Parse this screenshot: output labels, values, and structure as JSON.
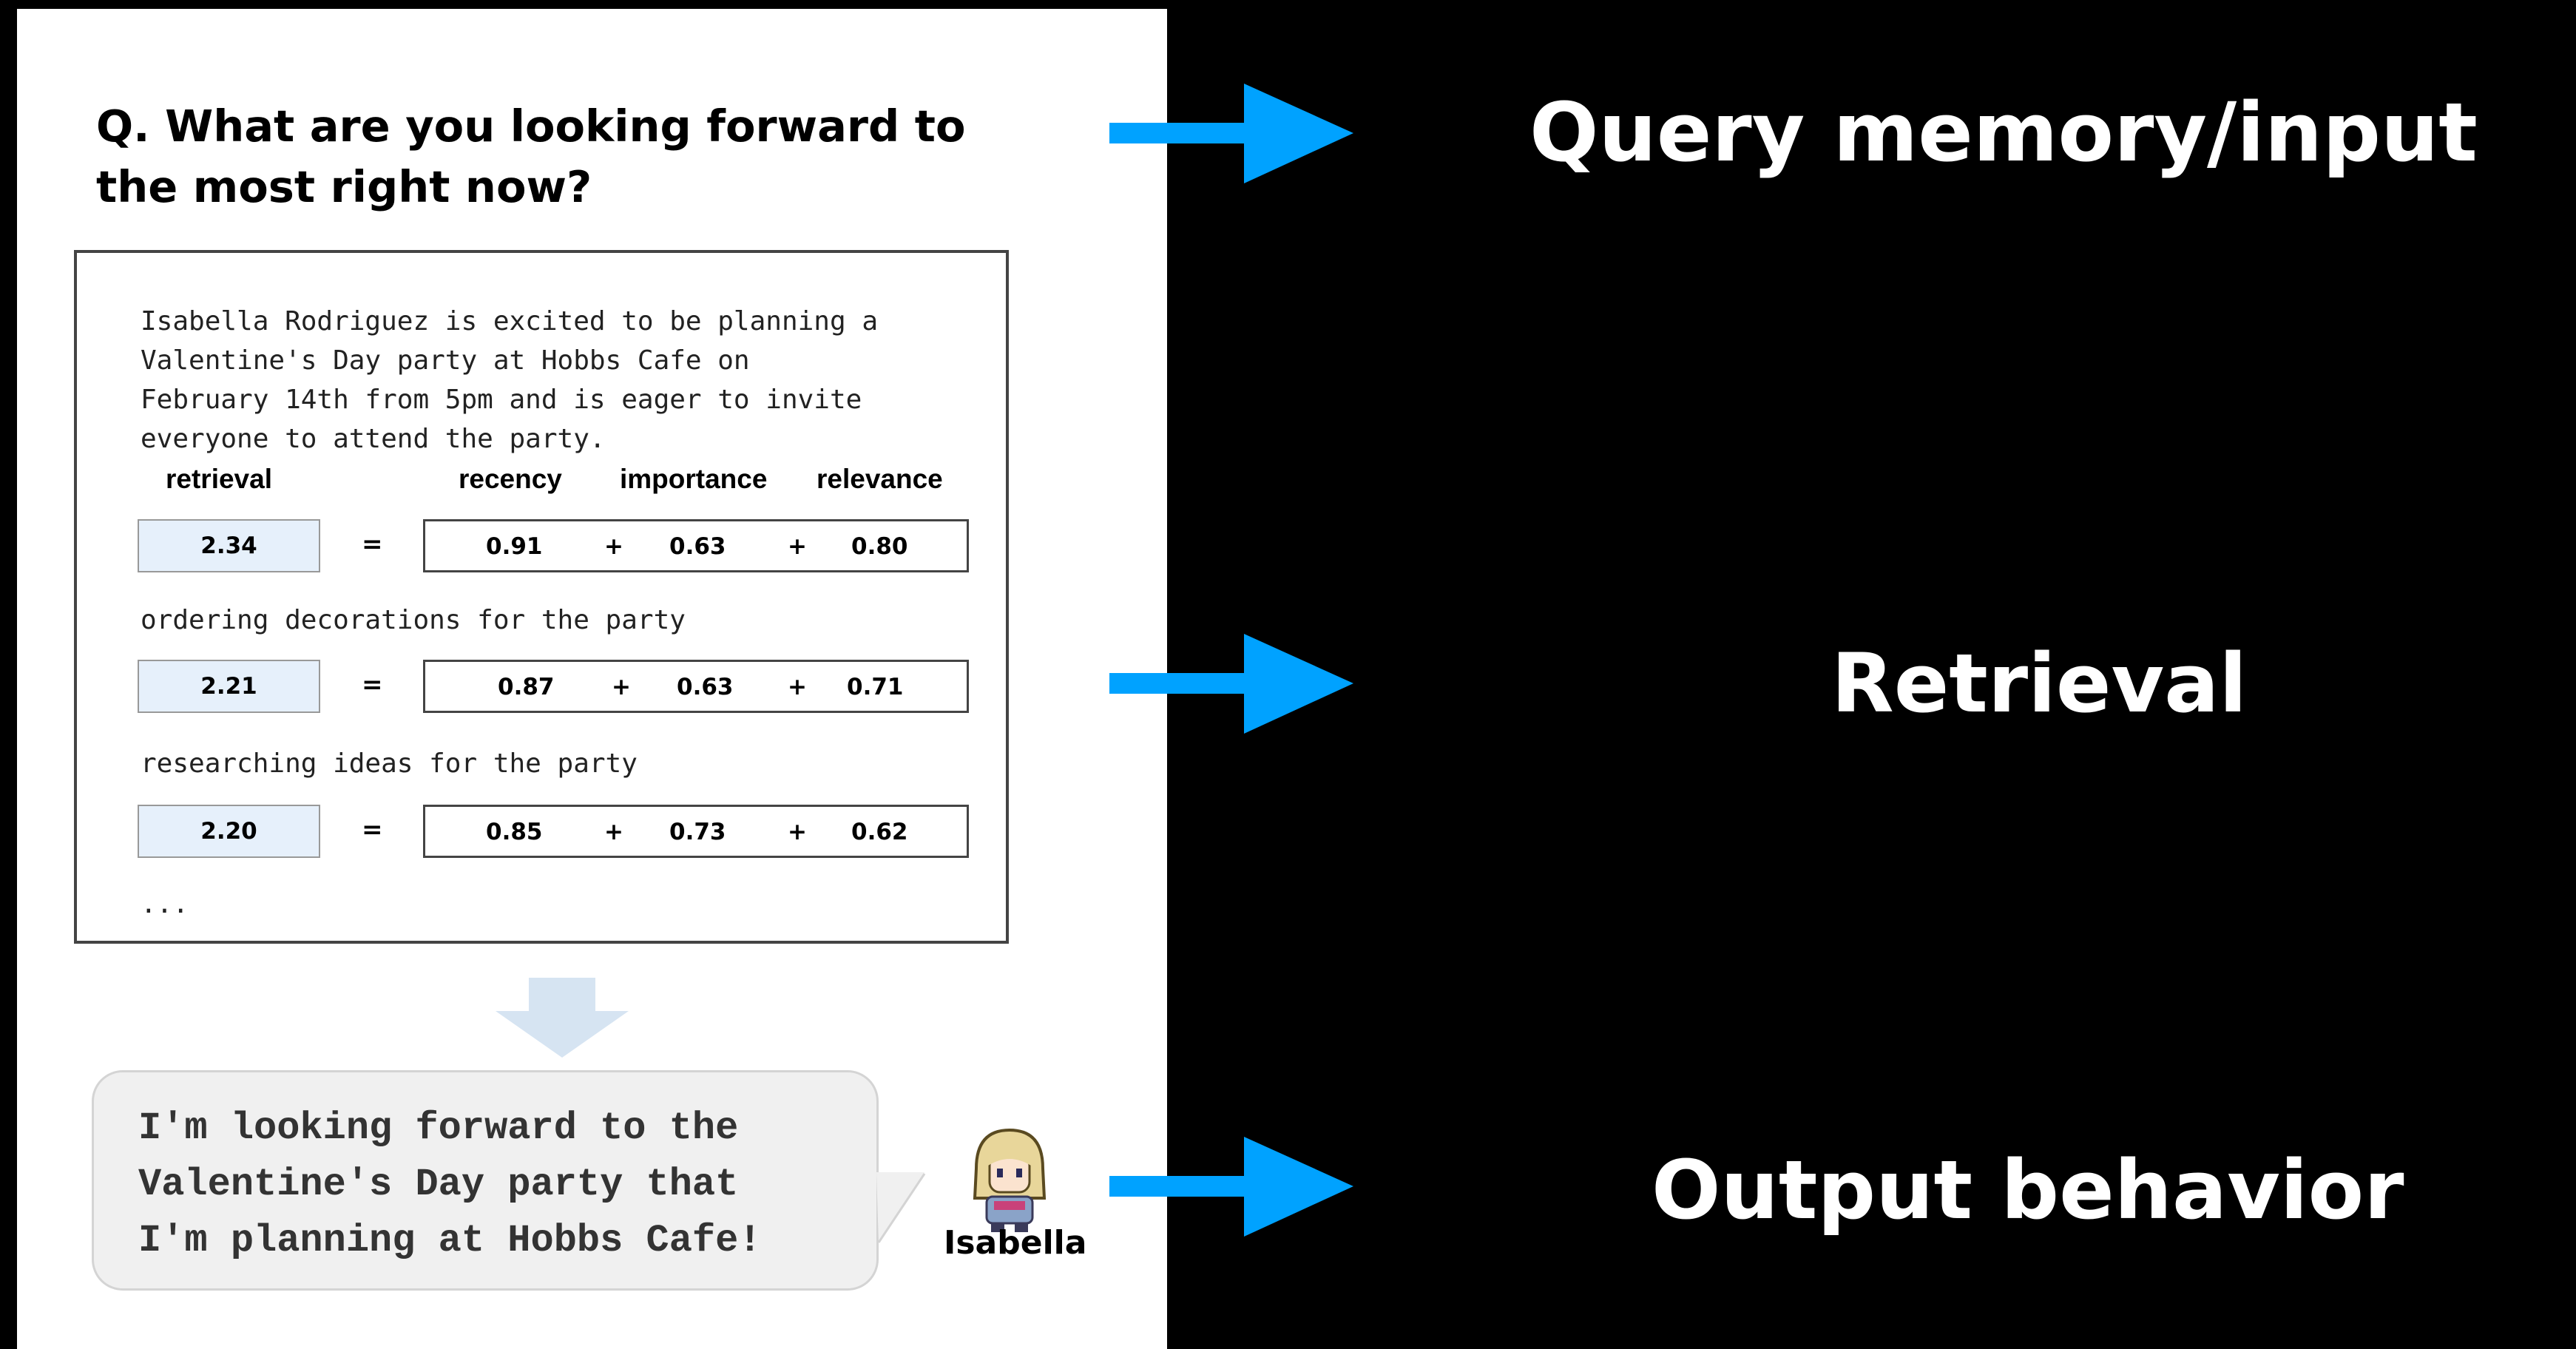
{
  "question": {
    "line1": "Q. What are you looking forward to",
    "line2": "the most right now?"
  },
  "memory": {
    "summary_lines": [
      "Isabella Rodriguez is excited to be planning a",
      "Valentine's Day party at Hobbs Cafe on",
      "February 14th from 5pm and is eager to invite",
      "everyone to attend the party."
    ],
    "headers": {
      "retrieval": "retrieval",
      "recency": "recency",
      "importance": "importance",
      "relevance": "relevance"
    },
    "equals": "=",
    "plus": "+",
    "rows": [
      {
        "retrieval": "2.34",
        "recency": "0.91",
        "importance": "0.63",
        "relevance": "0.80"
      },
      {
        "label": "ordering decorations for the party",
        "retrieval": "2.21",
        "recency": "0.87",
        "importance": "0.63",
        "relevance": "0.71"
      },
      {
        "label": "researching ideas for the party",
        "retrieval": "2.20",
        "recency": "0.85",
        "importance": "0.73",
        "relevance": "0.62"
      }
    ],
    "ellipsis": "..."
  },
  "response": {
    "lines": [
      "I'm looking forward to the",
      "Valentine's Day party that",
      "I'm planning at Hobbs Cafe!"
    ],
    "speaker": "Isabella"
  },
  "stages": {
    "query": "Query memory/input",
    "retrieval": "Retrieval",
    "output": "Output behavior"
  },
  "colors": {
    "arrow": "#00a2ff",
    "score_fill": "#e6f0fb",
    "down_arrow": "#d6e4f2"
  }
}
